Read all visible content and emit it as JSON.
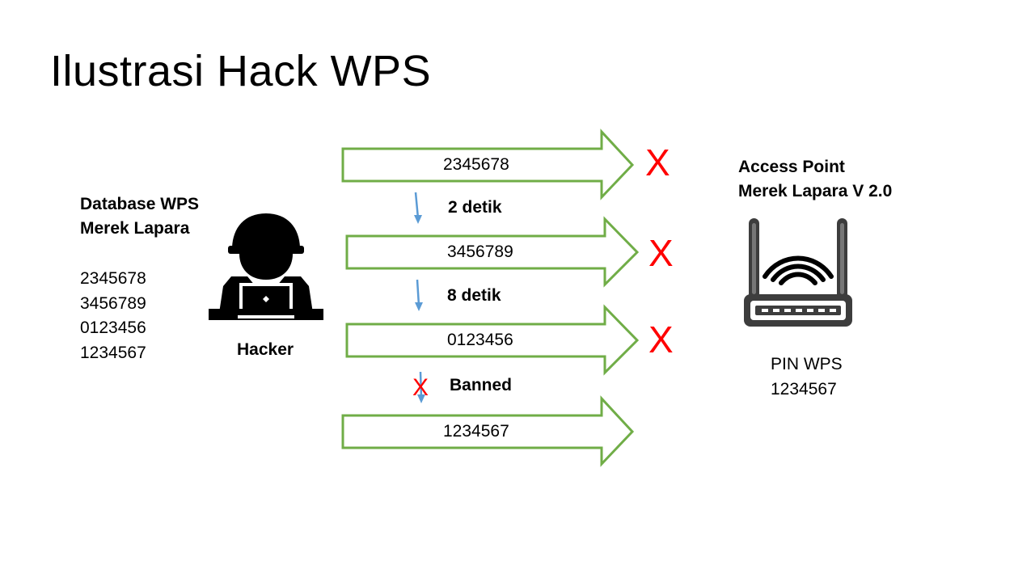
{
  "title": "Ilustrasi Hack WPS",
  "database": {
    "title_line1": "Database WPS",
    "title_line2": "Merek Lapara",
    "pins": [
      "2345678",
      "3456789",
      "0123456",
      "1234567"
    ]
  },
  "hacker": {
    "label": "Hacker",
    "icon": "hacker-icon"
  },
  "attempts": [
    {
      "pin": "2345678",
      "result": "X"
    },
    {
      "pin": "3456789",
      "result": "X"
    },
    {
      "pin": "0123456",
      "result": "X"
    },
    {
      "pin": "1234567",
      "result": ""
    }
  ],
  "steps": [
    {
      "label": "2 detik"
    },
    {
      "label": "8 detik"
    },
    {
      "label": "Banned"
    }
  ],
  "access_point": {
    "title_line1": "Access Point",
    "title_line2": "Merek Lapara V 2.0",
    "icon": "router-icon",
    "pin_label": "PIN WPS",
    "pin_value": "1234567"
  },
  "colors": {
    "arrow_stroke": "#70ad47",
    "step_arrow": "#5b9bd5",
    "fail_mark": "#ff0000"
  }
}
